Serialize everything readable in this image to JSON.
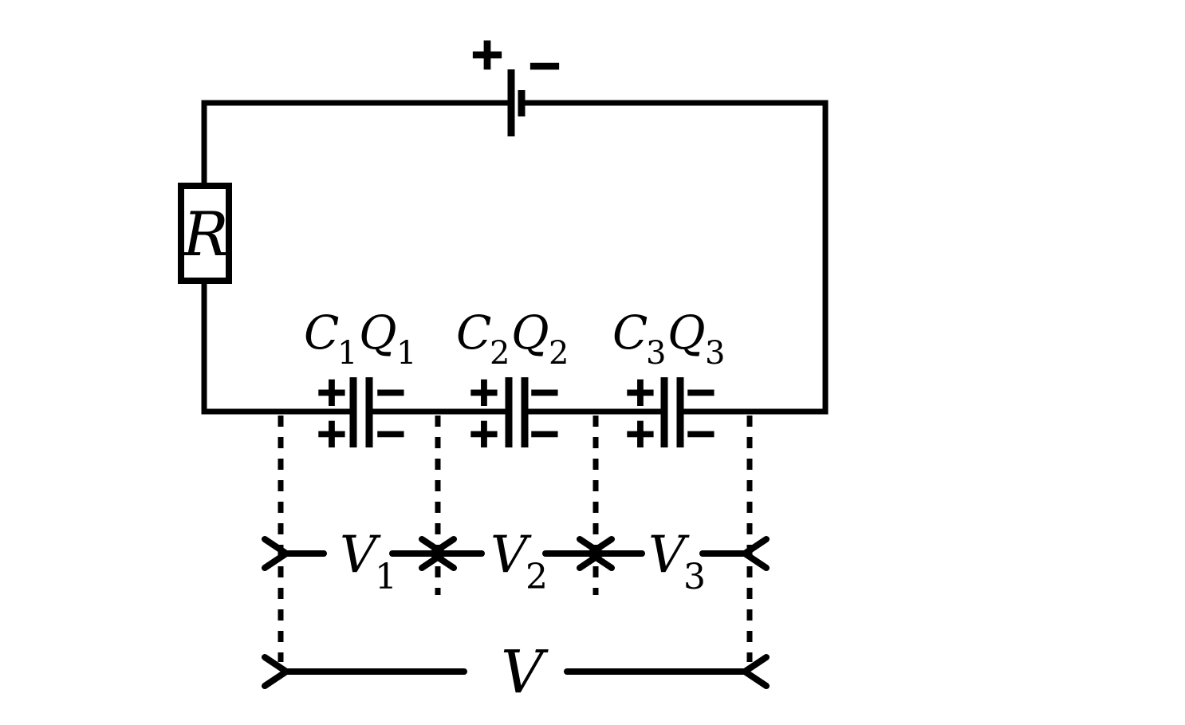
{
  "figure": {
    "description": "Series RC circuit diagram with battery, resistor and three capacitors in series, with voltage interval arrows",
    "background_color": "#ffffff",
    "ink_color": "#000000"
  },
  "battery": {
    "plus": "+",
    "minus": "−"
  },
  "resistor": {
    "label": "R"
  },
  "capacitors": [
    {
      "cap": "C",
      "cap_sub": "1",
      "charge": "Q",
      "charge_sub": "1",
      "plus": "+",
      "minus": "−"
    },
    {
      "cap": "C",
      "cap_sub": "2",
      "charge": "Q",
      "charge_sub": "2",
      "plus": "+",
      "minus": "−"
    },
    {
      "cap": "C",
      "cap_sub": "3",
      "charge": "Q",
      "charge_sub": "3",
      "plus": "+",
      "minus": "−"
    }
  ],
  "voltages": [
    {
      "symbol": "V",
      "sub": "1"
    },
    {
      "symbol": "V",
      "sub": "2"
    },
    {
      "symbol": "V",
      "sub": "3"
    }
  ],
  "total_voltage": {
    "symbol": "V"
  }
}
